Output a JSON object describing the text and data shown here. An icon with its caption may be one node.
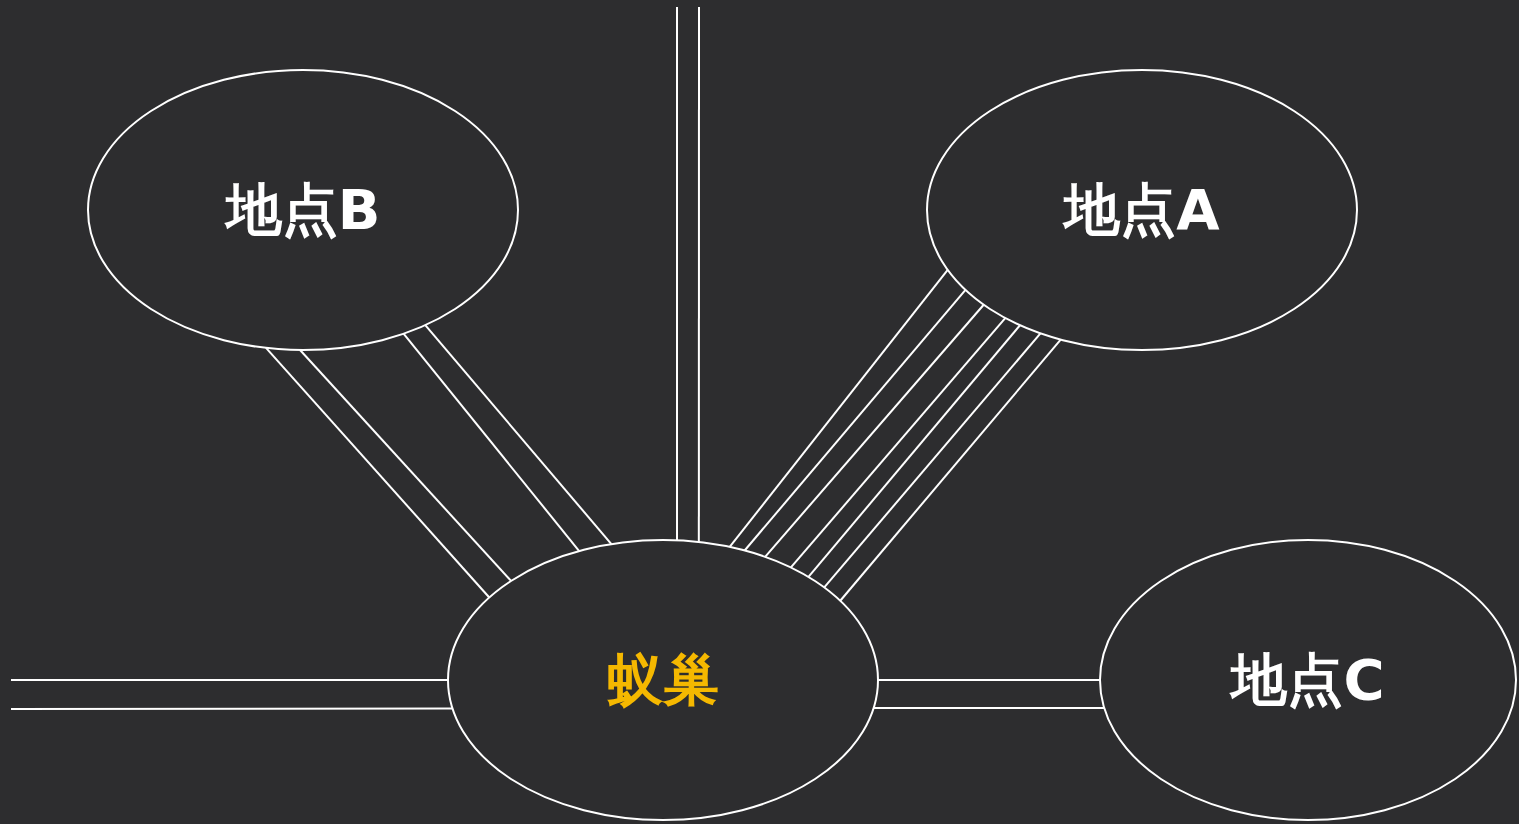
{
  "diagram": {
    "nodes": [
      {
        "text": [
          "地点B"
        ]
      },
      {
        "text": [
          "地点A"
        ]
      },
      {
        "text": [
          "蚁巢"
        ]
      },
      {
        "text": [
          "地点C"
        ]
      }
    ],
    "edges": [
      {
        "from": 0,
        "to": 2,
        "arrow": "none"
      },
      {
        "from": 0,
        "to": 2,
        "arrow": "none"
      },
      {
        "from": 0,
        "to": 2,
        "arrow": "none"
      },
      {
        "from": 0,
        "to": 2,
        "arrow": "none"
      },
      {
        "from": 1,
        "to": 2,
        "arrow": "none"
      },
      {
        "from": 1,
        "to": 2,
        "arrow": "none"
      },
      {
        "from": 1,
        "to": 2,
        "arrow": "none"
      },
      {
        "from": 1,
        "to": 2,
        "arrow": "none"
      },
      {
        "from": 1,
        "to": 2,
        "arrow": "none"
      },
      {
        "from": 1,
        "to": 2,
        "arrow": "none"
      },
      {
        "from": 1,
        "to": 2,
        "arrow": "none"
      },
      {
        "from": 2,
        "to": 3,
        "arrow": "none"
      },
      {
        "from": 2,
        "to": 3,
        "arrow": "none"
      },
      {
        "from": null,
        "to": 2,
        "arrow": "none"
      },
      {
        "from": null,
        "to": 2,
        "arrow": "none"
      },
      {
        "from": null,
        "to": 2,
        "arrow": "none"
      },
      {
        "from": null,
        "to": 2,
        "arrow": "none"
      }
    ]
  }
}
